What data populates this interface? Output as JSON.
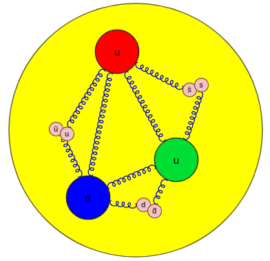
{
  "diagram": {
    "nodes": [
      {
        "text": [
          "u"
        ]
      },
      {
        "text": [
          "s̄"
        ]
      },
      {
        "text": [
          "s"
        ]
      },
      {
        "text": [
          "ū"
        ]
      },
      {
        "text": [
          "u"
        ]
      },
      {
        "text": [
          "u"
        ]
      },
      {
        "text": [
          "d"
        ]
      },
      {
        "text": [
          "d"
        ]
      },
      {
        "text": [
          "d̄"
        ]
      }
    ],
    "edges": [
      {
        "from": 0,
        "to": 5,
        "arrow": "none"
      },
      {
        "from": 0,
        "to": 6,
        "arrow": "none"
      },
      {
        "from": 5,
        "to": 6,
        "arrow": "none"
      },
      {
        "from": 0,
        "to": 1,
        "arrow": "none"
      },
      {
        "from": 5,
        "to": 2,
        "arrow": "none"
      },
      {
        "from": 0,
        "to": 4,
        "arrow": "none"
      },
      {
        "from": 6,
        "to": 3,
        "arrow": "none"
      },
      {
        "from": 6,
        "to": 7,
        "arrow": "none"
      },
      {
        "from": 5,
        "to": 8,
        "arrow": "none"
      }
    ]
  }
}
